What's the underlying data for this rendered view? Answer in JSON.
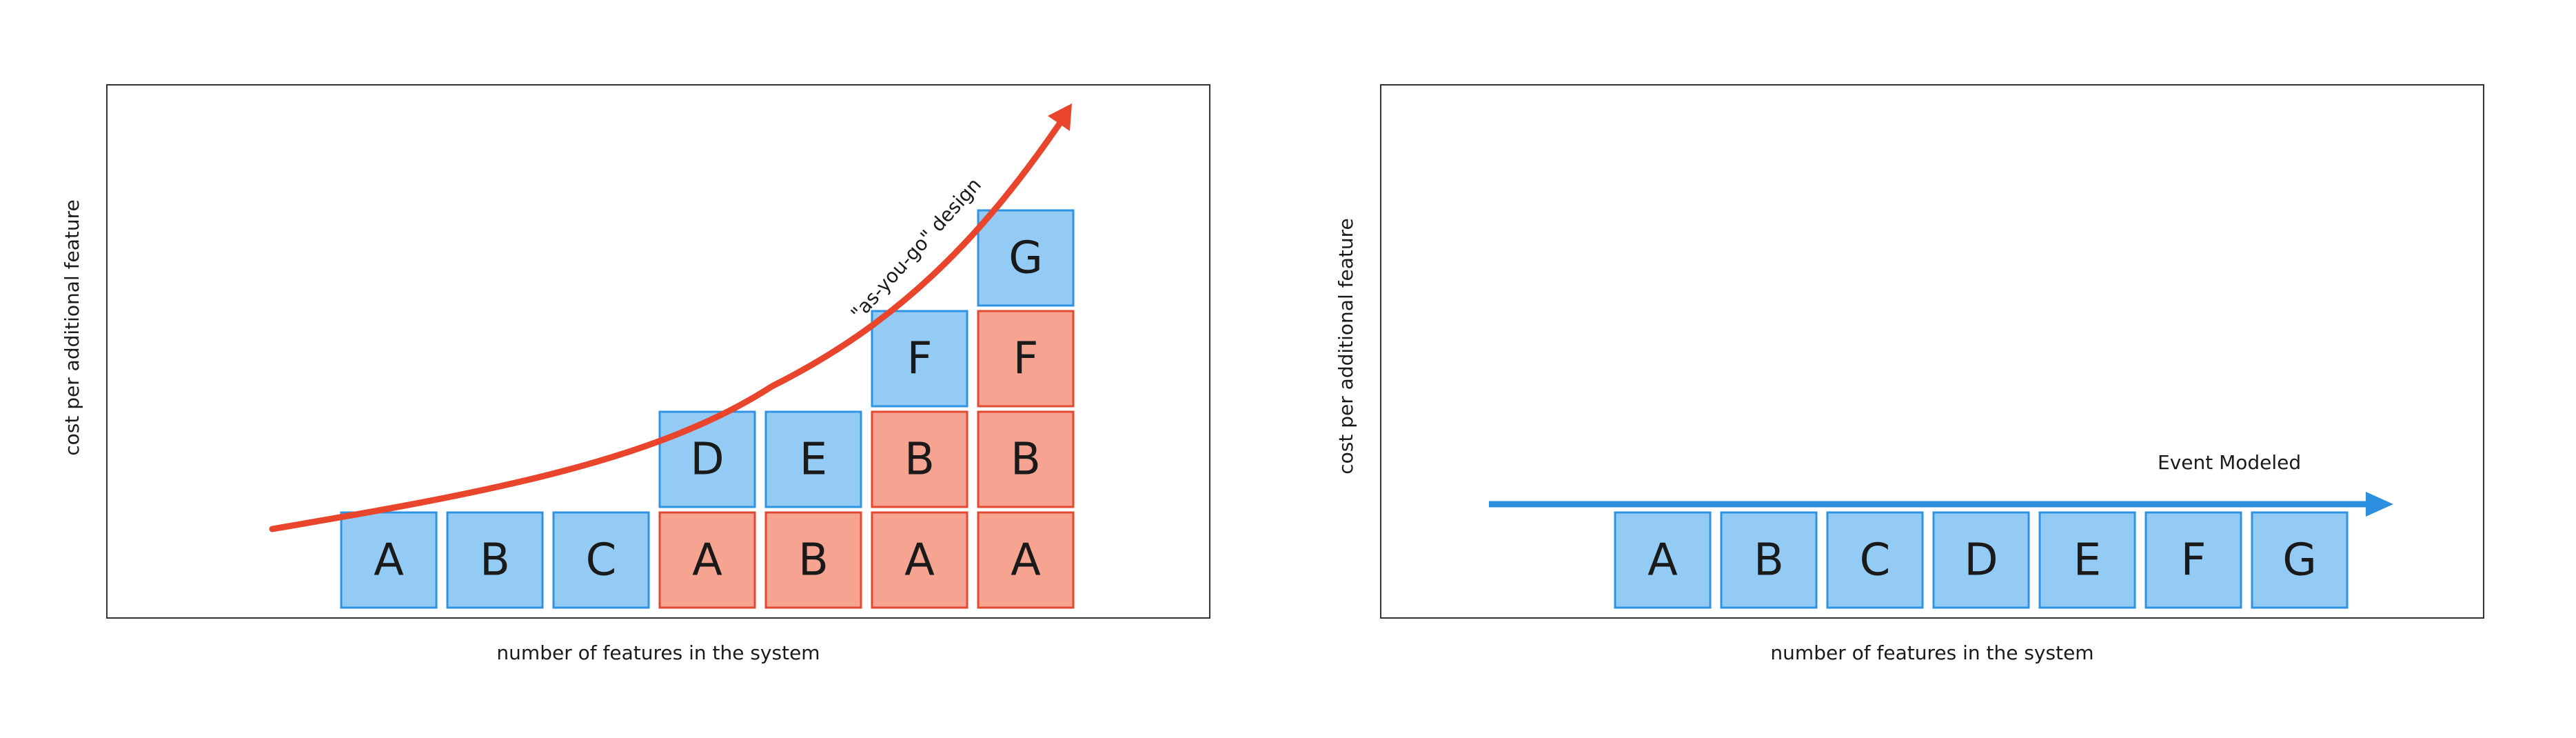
{
  "colors": {
    "blue_fill": "#94cbf4",
    "blue_stroke": "#2e93e3",
    "red_fill": "#f6a392",
    "red_stroke": "#e24a30",
    "curve_red": "#e8452c",
    "arrow_blue": "#2d8fe0",
    "frame": "#333333"
  },
  "left_panel": {
    "x_label": "number of features in the system",
    "y_label": "cost per additional feature",
    "curve_label": "\"as-you-go\" design",
    "columns": [
      [
        {
          "label": "A",
          "kind": "blue"
        }
      ],
      [
        {
          "label": "B",
          "kind": "blue"
        }
      ],
      [
        {
          "label": "C",
          "kind": "blue"
        }
      ],
      [
        {
          "label": "A",
          "kind": "red"
        },
        {
          "label": "D",
          "kind": "blue"
        }
      ],
      [
        {
          "label": "B",
          "kind": "red"
        },
        {
          "label": "E",
          "kind": "blue"
        }
      ],
      [
        {
          "label": "A",
          "kind": "red"
        },
        {
          "label": "B",
          "kind": "red"
        },
        {
          "label": "F",
          "kind": "blue"
        }
      ],
      [
        {
          "label": "A",
          "kind": "red"
        },
        {
          "label": "B",
          "kind": "red"
        },
        {
          "label": "F",
          "kind": "red"
        },
        {
          "label": "G",
          "kind": "blue"
        }
      ]
    ]
  },
  "right_panel": {
    "x_label": "number of features in the system",
    "y_label": "cost per additional feature",
    "arrow_label": "Event Modeled",
    "blocks": [
      "A",
      "B",
      "C",
      "D",
      "E",
      "F",
      "G"
    ]
  }
}
